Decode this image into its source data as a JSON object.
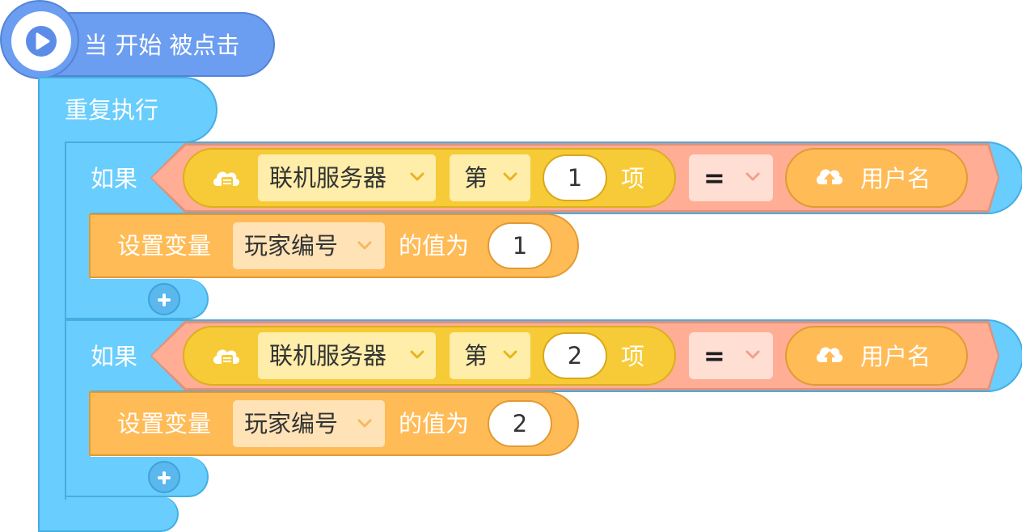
{
  "event_block": {
    "label": "当 开始 被点击"
  },
  "forever_block": {
    "label": "重复执行"
  },
  "if_blocks": [
    {
      "label": "如果",
      "list_dropdown": "联机服务器",
      "index_dropdown": "第",
      "index_value": "1",
      "item_word": "项",
      "operator": "=",
      "cloud_value": "用户名",
      "set_label": "设置变量",
      "var_dropdown": "玩家编号",
      "set_to_label": "的值为",
      "set_value": "1"
    },
    {
      "label": "如果",
      "list_dropdown": "联机服务器",
      "index_dropdown": "第",
      "index_value": "2",
      "item_word": "项",
      "operator": "=",
      "cloud_value": "用户名",
      "set_label": "设置变量",
      "var_dropdown": "玩家编号",
      "set_to_label": "的值为",
      "set_value": "2"
    }
  ],
  "colors": {
    "event": "#6b9df0",
    "control": "#69cdfd",
    "operator": "#ffad95",
    "cloud_list": "#f7cb38",
    "variable": "#ffbb56"
  }
}
